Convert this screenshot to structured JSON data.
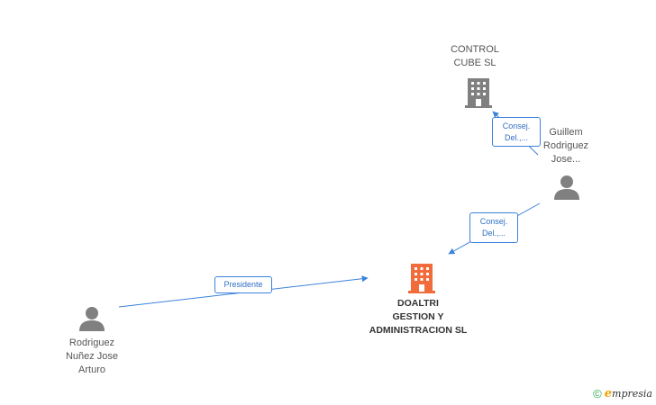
{
  "nodes": {
    "control_cube": {
      "label_line1": "CONTROL",
      "label_line2": "CUBE SL",
      "type": "company"
    },
    "guillem": {
      "label_line1": "Guillem",
      "label_line2": "Rodriguez",
      "label_line3": "Jose...",
      "type": "person"
    },
    "doaltri": {
      "label_line1": "DOALTRI",
      "label_line2": "GESTION Y",
      "label_line3": "ADMINISTRACION SL",
      "type": "company-main"
    },
    "rodriguez": {
      "label_line1": "Rodriguez",
      "label_line2": "Nuñez Jose",
      "label_line3": "Arturo",
      "type": "person"
    }
  },
  "edges": {
    "guillem_control": {
      "line1": "Consej.",
      "line2": "Del.,..."
    },
    "guillem_doaltri": {
      "line1": "Consej.",
      "line2": "Del.,..."
    },
    "rodriguez_doaltri": {
      "line1": "Presidente"
    }
  },
  "footer": {
    "copyright": "©",
    "brand_e": "e",
    "brand_rest": "mpresia"
  },
  "colors": {
    "edge": "#3c82dc",
    "main_company": "#f26b3a",
    "icon": "#808080"
  }
}
